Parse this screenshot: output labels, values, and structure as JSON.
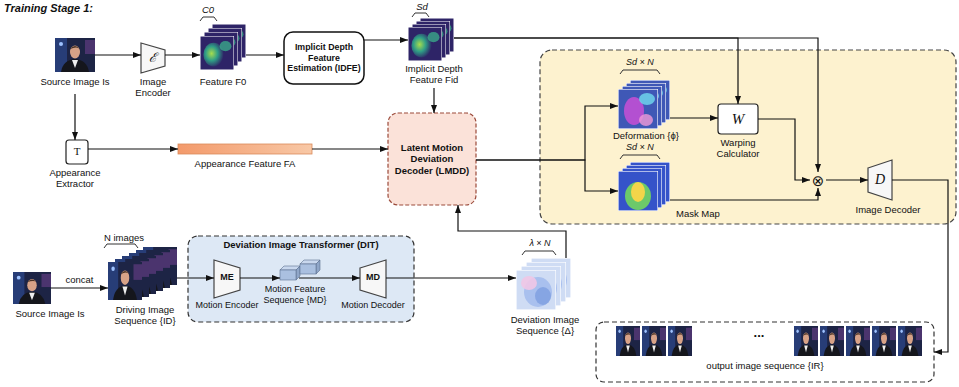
{
  "diagram": {
    "title": "Training Stage 1:",
    "nodes": [
      {
        "text": [
          "Source Image Is"
        ]
      },
      {
        "text": [
          "ℰ",
          "Image Encoder"
        ]
      },
      {
        "text": [
          "C0",
          "Feature F0"
        ]
      },
      {
        "text": [
          "Implicit Depth Feature Estimation (IDFE)"
        ]
      },
      {
        "text": [
          "Sd",
          "Implicit Depth Feature Fid"
        ]
      },
      {
        "text": [
          "T",
          "Appearance Extractor"
        ]
      },
      {
        "text": [
          "Appearance Feature FA"
        ]
      },
      {
        "text": [
          "Latent Motion Deviation Decoder (LMDD)"
        ]
      },
      {
        "text": [
          "Sd × N",
          "Deformation {ϕ}"
        ]
      },
      {
        "text": [
          "W",
          "Warping Calculator"
        ]
      },
      {
        "text": [
          "Sd × N",
          "Mask Map"
        ]
      },
      {
        "text": [
          "⊗"
        ]
      },
      {
        "text": [
          "D",
          "Image Decoder"
        ]
      },
      {
        "text": [
          "Source Image Is"
        ]
      },
      {
        "text": [
          "N images",
          "Driving Image Sequence {ID}"
        ]
      },
      {
        "text": [
          "Deviation Image Transformer (DIT)"
        ]
      },
      {
        "text": [
          "ME",
          "Motion Encoder"
        ],
        "in": 15
      },
      {
        "text": [
          "Motion Feature Sequence {MD}"
        ],
        "in": 15
      },
      {
        "text": [
          "MD",
          "Motion Decoder"
        ],
        "in": 15
      },
      {
        "text": [
          "λ × N",
          "Deviation Image Sequence {Δ}"
        ]
      },
      {
        "text": [
          "output image sequence {IR}"
        ]
      }
    ],
    "edges": [
      {
        "from": 0,
        "to": 1,
        "arrow": "to"
      },
      {
        "from": 1,
        "to": 2,
        "arrow": "to"
      },
      {
        "from": 2,
        "to": 3,
        "arrow": "to"
      },
      {
        "from": 3,
        "to": 4,
        "arrow": "to"
      },
      {
        "from": 4,
        "to": 7,
        "arrow": "to"
      },
      {
        "from": 4,
        "to": 9,
        "arrow": "to"
      },
      {
        "from": 4,
        "to": 11,
        "arrow": "to"
      },
      {
        "from": 0,
        "to": 5,
        "arrow": "to"
      },
      {
        "from": 5,
        "to": 6,
        "arrow": "to"
      },
      {
        "from": 6,
        "to": 7,
        "arrow": "to"
      },
      {
        "from": 7,
        "to": 8,
        "arrow": "to"
      },
      {
        "from": 7,
        "to": 10,
        "arrow": "to"
      },
      {
        "from": 8,
        "to": 9,
        "arrow": "to"
      },
      {
        "from": 9,
        "to": 11,
        "arrow": "to"
      },
      {
        "from": 10,
        "to": 11,
        "arrow": "to"
      },
      {
        "from": 11,
        "to": 12,
        "arrow": "to"
      },
      {
        "from": 12,
        "to": 20,
        "arrow": "to"
      },
      {
        "from": 13,
        "to": 14,
        "label": "concat",
        "arrow": "to"
      },
      {
        "from": 14,
        "to": 16,
        "arrow": "to"
      },
      {
        "from": 16,
        "to": 17,
        "arrow": "to"
      },
      {
        "from": 17,
        "to": 18,
        "arrow": "to"
      },
      {
        "from": 18,
        "to": 19,
        "arrow": "to"
      },
      {
        "from": 19,
        "to": 7,
        "arrow": "to"
      }
    ],
    "labels": [
      "..."
    ]
  }
}
